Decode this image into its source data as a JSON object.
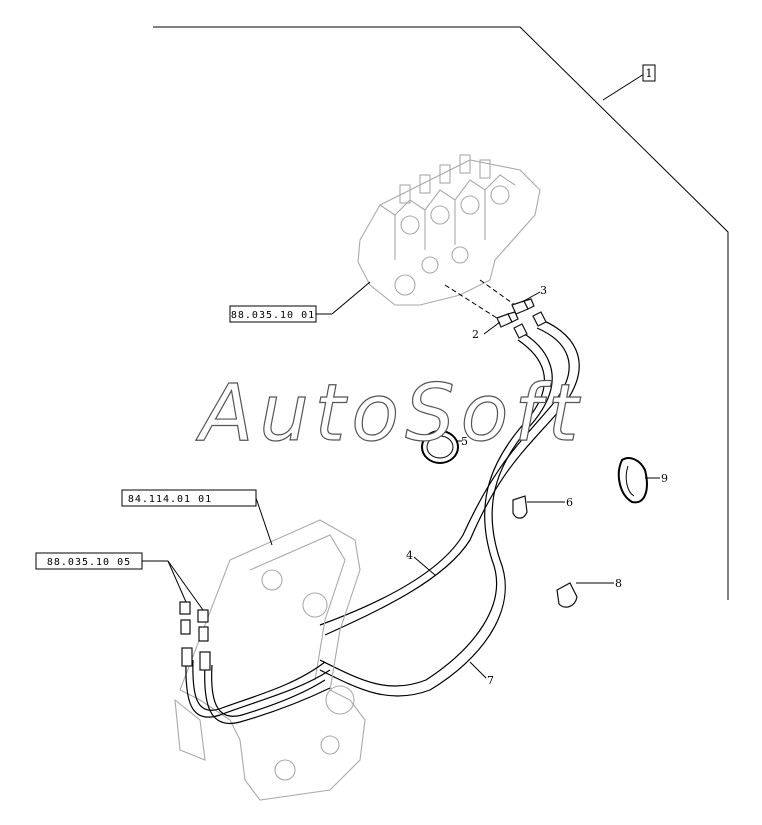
{
  "watermark": "AutoSoft",
  "frame_note": "1",
  "references": {
    "control_valve": "88.035.10 01",
    "boom_bracket": "84.114.01 01",
    "fittings_group": "88.035.10 05"
  },
  "callouts": {
    "c2": "2",
    "c3": "3",
    "c4": "4",
    "c5": "5",
    "c6": "6",
    "c7": "7",
    "c8": "8",
    "c9": "9"
  }
}
